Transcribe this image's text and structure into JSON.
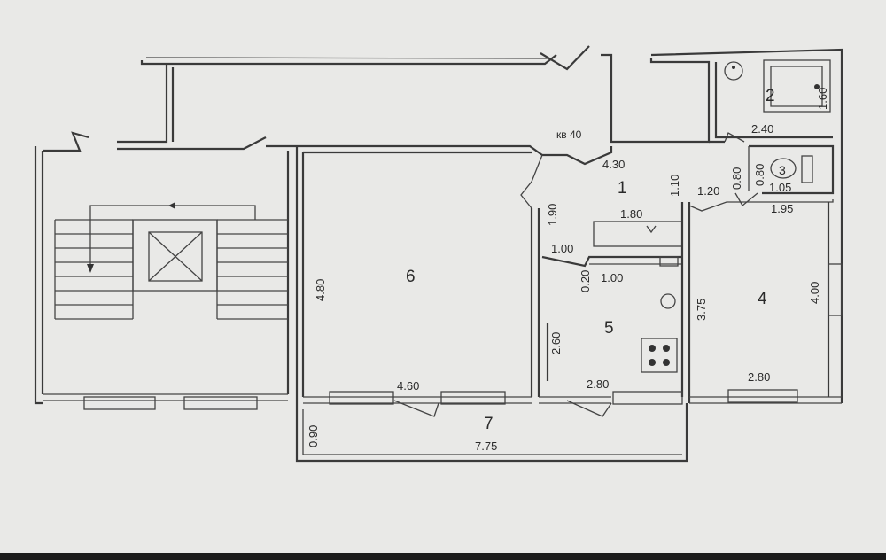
{
  "plan": {
    "apartment_label": "кв 40",
    "rooms": {
      "r1": "1",
      "r2": "2",
      "r3": "3",
      "r4": "4",
      "r5": "5",
      "r6": "6",
      "r7": "7"
    },
    "dimensions": {
      "d_430": "4.30",
      "d_110": "1.10",
      "d_240": "2.40",
      "d_160": "1.60",
      "d_080a": "0.80",
      "d_080b": "0.80",
      "d_105": "1.05",
      "d_120": "1.20",
      "d_195": "1.95",
      "d_190": "1.90",
      "d_180": "1.80",
      "d_100a": "1.00",
      "d_020": "0.20",
      "d_100b": "1.00",
      "d_480": "4.80",
      "d_375": "3.75",
      "d_400": "4.00",
      "d_260": "2.60",
      "d_460": "4.60",
      "d_280a": "2.80",
      "d_280b": "2.80",
      "d_090": "0.90",
      "d_775": "7.75"
    }
  }
}
